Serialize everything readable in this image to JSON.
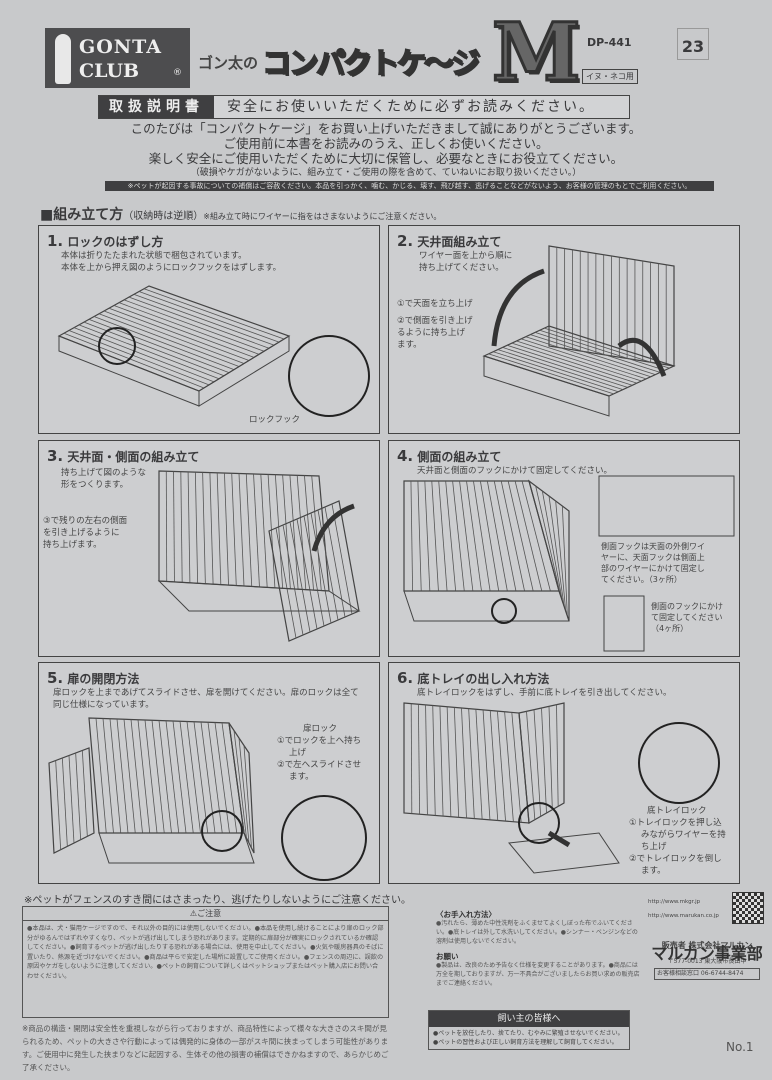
{
  "header": {
    "logo_line1": "GONTA",
    "logo_line2": "CLUB",
    "logo_reg": "®",
    "subtitle": "ゴン太の",
    "title": "コンパクトケ〜ジ",
    "size": "M",
    "model": "DP-441",
    "pet_type": "イヌ・ネコ用",
    "code_number": "23"
  },
  "banner": {
    "label": "取扱説明書",
    "text": "安全にお使いいただくために必ずお読みください。"
  },
  "intro": {
    "lines": [
      "このたびは「コンパクトケージ」をお買い上げいただきまして誠にありがとうございます。",
      "ご使用前に本書をお読みのうえ、正しくお使いください。",
      "楽しく安全にご使用いただくために大切に保管し、必要なときにお役立てください。"
    ],
    "small": "（破損やケガがないように、組み立て・ご使用の際を含めて、ていねいにお取り扱いください。）",
    "warning_strip": "※ペットが起因する事故についての補償はご容赦ください。本品を引っかく、噛む、かじる、壊す、飛び越す、逃げることなどがないよう、お客様の管理のもとでご利用ください。"
  },
  "assembly": {
    "heading": "■組み立て方",
    "heading_sub": "（収納時は逆順）",
    "heading_note": "※組み立て時にワイヤーに指をはさまないようにご注意ください。",
    "steps": [
      {
        "num": "1.",
        "title": "ロックのはずし方",
        "desc": [
          "本体は折りたたまれた状態で梱包されています。",
          "本体を上から押え図のようにロックフックをはずします。"
        ],
        "callout": "ロックフック"
      },
      {
        "num": "2.",
        "title": "天井面組み立て",
        "desc": [
          "ワイヤー面を上から順に",
          "持ち上げてください。"
        ],
        "notes": [
          "①で天面を立ち上げ",
          "②で側面を引き上げ",
          "るように持ち上げ",
          "ます。"
        ]
      },
      {
        "num": "3.",
        "title": "天井面・側面の組み立て",
        "desc": [
          "持ち上げて図のような",
          "形をつくります。"
        ],
        "notes": [
          "③で残りの左右の側面",
          "を引き上げるように",
          "持ち上げます。"
        ]
      },
      {
        "num": "4.",
        "title": "側面の組み立て",
        "desc": [
          "天井面と側面のフックにかけて固定してください。"
        ],
        "notes": [
          "側面フックは天面の外側ワイ",
          "ヤーに、天面フックは側面上",
          "部のワイヤーにかけて固定し",
          "てください。（3ヶ所）"
        ],
        "notes2": [
          "側面のフックにかけ",
          "て固定してください",
          "（4ヶ所）"
        ]
      },
      {
        "num": "5.",
        "title": "扉の開閉方法",
        "desc": [
          "扉ロックを上まであげてスライドさせ、扉を開けてください。扉のロックは全て",
          "同じ仕様になっています。"
        ],
        "notes": [
          "扉ロック",
          "①でロックを上へ持ち",
          "上げ",
          "②で左へスライドさせ",
          "ます。"
        ]
      },
      {
        "num": "6.",
        "title": "底トレイの出し入れ方法",
        "desc": [
          "底トレイロックをはずし、手前に底トレイを引き出してください。"
        ],
        "notes": [
          "底トレイロック",
          "①トレイロックを押し込",
          "みながらワイヤーを持",
          "ち上げ",
          "②でトレイロックを倒し",
          "ます。"
        ]
      }
    ]
  },
  "caution": {
    "line": "※ペットがフェンスのすき間にはさまったり、逃げたりしないようにご注意ください。",
    "box_title": "⚠ご注意",
    "box_body": "●本品は、犬・猫用ケージですので、それ以外の目的には使用しないでください。●本品を使用し続けることにより扉のロック部分がゆるんではずれやすくなり、ペットが逃げ出してしまう恐れがあります。定期的に扉部分が確実にロックされているか確認してください。●飼育するペットが逃げ出したりする恐れがある場合には、使用を中止してください。●火気や暖房器具のそばに置いたり、熱源を近づけないでください。●商品は平らで安定した場所に設置してご使用ください。●フェンスの周辺に、誤飲の原因やケガをしないように注意してください。●ペットの飼育について詳しくはペットショップまたはペット購入店にお問い合わせください。",
    "bottom_note": "※商品の構造・開閉は安全性を重視しながら行っておりますが、商品特性によって様々な大きさのスキ間が見られるため、ペットの大きさや行動によっては偶発的に身体の一部がスキ間に挟まってしまう可能性があります。ご使用中に発生した挟まりなどに起因する、生体その他の損害の補償はできかねますので、あらかじめご了承ください。"
  },
  "maintenance": {
    "title": "〈お手入れ方法〉",
    "body": "●汚れたら、薄めた中性洗剤をふくませてよくしぼった布でふいてください。●底トレイは外して水洗いしてください。●シンナー・ベンジンなどの溶剤は使用しないでください。",
    "title2": "お願い",
    "body2": "●製品は、改良のため予告なく仕様を変更することがあります。●商品には万全を期しておりますが、万一不具合がございましたらお買い求めの販売店までご連絡ください。"
  },
  "owner": {
    "title": "飼い主の皆様へ",
    "items": [
      "●ペットを放任したり、捨てたり、むやみに繁殖させないでください。",
      "●ペットの習性および正しい飼育方法を理解して飼育してください。"
    ]
  },
  "company": {
    "url1": "http://www.mkgr.jp",
    "url2": "http://www.marukan.co.jp",
    "seller": "販売者 株式会社マルカン",
    "brand": "マルカン事業部",
    "address": "〒577-0013 東大阪市長田中",
    "contact": "お客様相談窓口 06-6744-8474"
  },
  "page_number": "No.1",
  "colors": {
    "paper": "#c8c9cb",
    "ink": "#3a3a3c",
    "dark_band": "#3f3f41"
  }
}
